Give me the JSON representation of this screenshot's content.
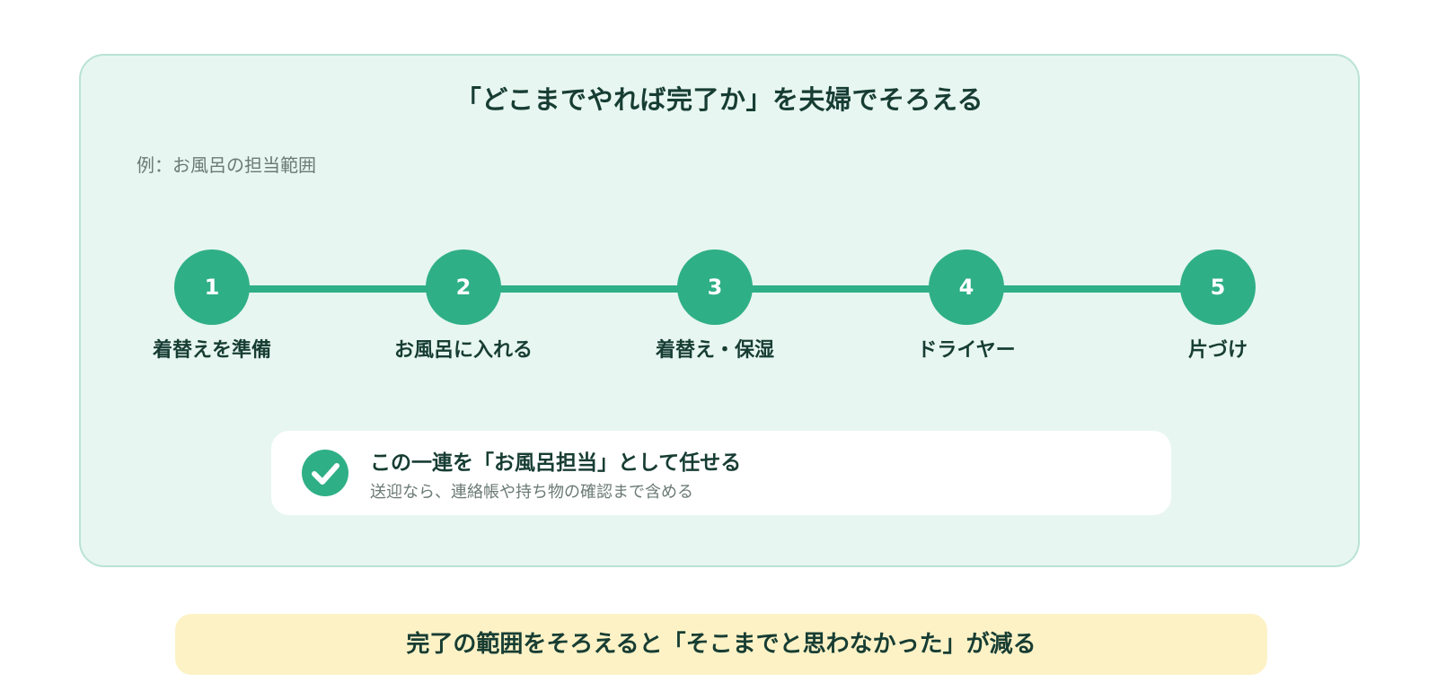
{
  "panel": {
    "title": "「どこまでやれば完了か」を夫婦でそろえる",
    "example_label": "例：お風呂の担当範囲"
  },
  "steps": [
    {
      "number": "1",
      "label": "着替えを準備"
    },
    {
      "number": "2",
      "label": "お風呂に入れる"
    },
    {
      "number": "3",
      "label": "着替え・保湿"
    },
    {
      "number": "4",
      "label": "ドライヤー"
    },
    {
      "number": "5",
      "label": "片づけ"
    }
  ],
  "note": {
    "icon": "check-circle-icon",
    "title": "この一連を「お風呂担当」として任せる",
    "subtitle": "送迎なら、連絡帳や持ち物の確認まで含める"
  },
  "callout": {
    "text": "完了の範囲をそろえると「そこまでと思わなかった」が減る"
  },
  "colors": {
    "accent": "#2faf86",
    "panel_bg": "#e7f6f0",
    "panel_border": "#b9e3d3",
    "callout_bg": "#fdf2c6",
    "text_dark": "#173d33",
    "text_muted": "#6b7a74"
  }
}
